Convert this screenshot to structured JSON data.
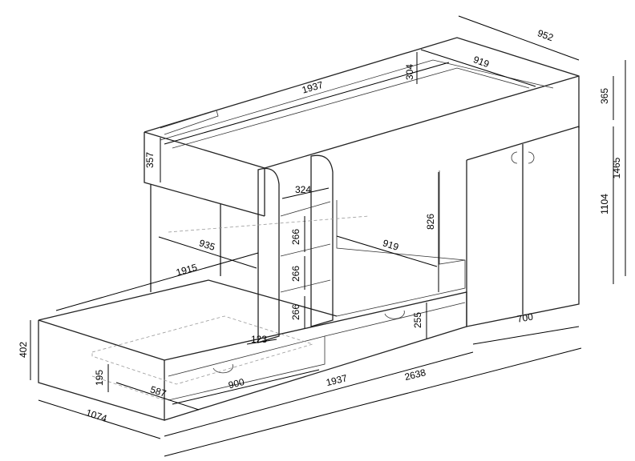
{
  "dimensions": {
    "top_depth": "952",
    "top_inner_depth": "919",
    "top_rail_height": "304",
    "top_length": "1937",
    "top_side_height": "365",
    "total_height": "1465",
    "wardrobe_height": "1104",
    "head_rail_height": "357",
    "ladder_width": "324",
    "ladder_step_1": "266",
    "ladder_step_2": "266",
    "ladder_step_3": "266",
    "clearance_height": "826",
    "lower_depth": "935",
    "lower_inner_depth": "919",
    "lower_length": "1915",
    "drawer_height": "255",
    "wardrobe_width": "700",
    "lower_height": "402",
    "side_offset": "123",
    "pullout_height": "195",
    "pullout_depth": "587",
    "pullout_width": "900",
    "bottom_length": "1937",
    "total_length": "2638",
    "total_depth": "1074"
  }
}
